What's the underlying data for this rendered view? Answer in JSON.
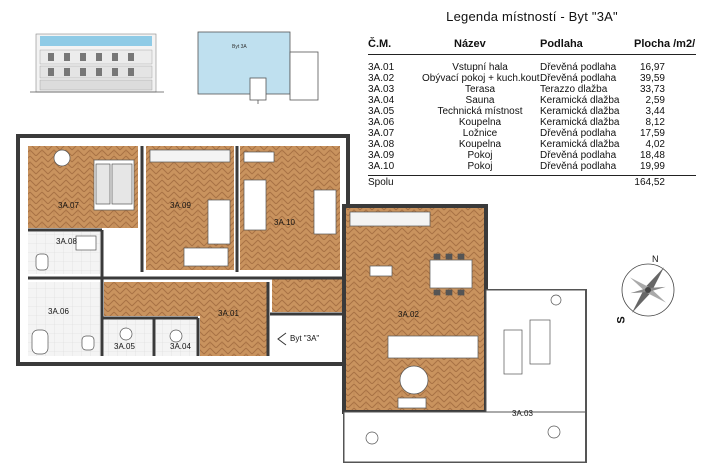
{
  "legend": {
    "title": "Legenda místností - Byt \"3A\"",
    "headers": {
      "code": "Č.M.",
      "name": "Název",
      "floor": "Podlaha",
      "area": "Plocha /m2/"
    },
    "rooms": [
      {
        "code": "3A.01",
        "name": "Vstupní hala",
        "floor": "Dřevěná podlaha",
        "area": "16,97"
      },
      {
        "code": "3A.02",
        "name": "Obývací pokoj + kuch.kout",
        "floor": "Dřevěná podlaha",
        "area": "39,59"
      },
      {
        "code": "3A.03",
        "name": "Terasa",
        "floor": "Terazzo dlažba",
        "area": "33,73"
      },
      {
        "code": "3A.04",
        "name": "Sauna",
        "floor": "Keramická dlažba",
        "area": "2,59"
      },
      {
        "code": "3A.05",
        "name": "Technická místnost",
        "floor": "Keramická dlažba",
        "area": "3,44"
      },
      {
        "code": "3A.06",
        "name": "Koupelna",
        "floor": "Keramická dlažba",
        "area": "8,12"
      },
      {
        "code": "3A.07",
        "name": "Ložnice",
        "floor": "Dřevěná podlaha",
        "area": "17,59"
      },
      {
        "code": "3A.08",
        "name": "Koupelna",
        "floor": "Keramická dlažba",
        "area": "4,02"
      },
      {
        "code": "3A.09",
        "name": "Pokoj",
        "floor": "Dřevěná podlaha",
        "area": "18,48"
      },
      {
        "code": "3A.10",
        "name": "Pokoj",
        "floor": "Dřevěná podlaha",
        "area": "19,99"
      }
    ],
    "total_label": "Spolu",
    "total_value": "164,52"
  },
  "plan": {
    "labels": {
      "r01": "3A.01",
      "r02": "3A.02",
      "r03": "3A.03",
      "r04": "3A.04",
      "r05": "3A.05",
      "r06": "3A.06",
      "r07": "3A.07",
      "r08": "3A.08",
      "r09": "3A.09",
      "r10": "3A.10"
    },
    "entry_label": "Byt \"3A\"",
    "thumbnail_label": "Byt 3A",
    "compass": {
      "north": "N",
      "south": "S"
    }
  },
  "colors": {
    "parquet": "#c9935e",
    "parquet_dark": "#a87244",
    "tile": "#f4f4f4",
    "wall": "#3a3a3a",
    "terrace": "#ffffff",
    "blue_thumb": "#bfe0ef"
  }
}
